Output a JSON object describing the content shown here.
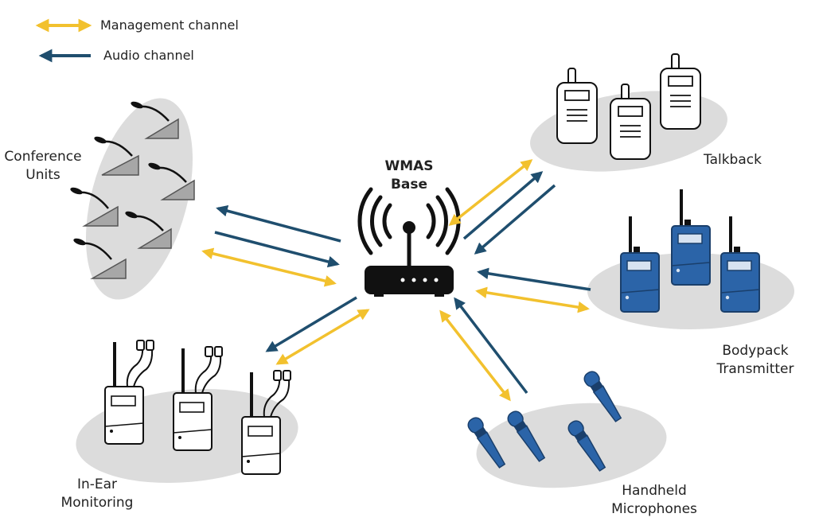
{
  "legend": {
    "management": "Management channel",
    "audio": "Audio channel"
  },
  "base": {
    "line1": "WMAS",
    "line2": "Base",
    "icon": "wifi-router-icon"
  },
  "groups": {
    "conference": {
      "line1": "Conference",
      "line2": "Units",
      "icon": "conference-microphone-icon"
    },
    "talkback": {
      "line1": "Talkback",
      "icon": "walkie-talkie-icon"
    },
    "bodypack": {
      "line1": "Bodypack",
      "line2": "Transmitter",
      "icon": "bodypack-transmitter-icon"
    },
    "in_ear": {
      "line1": "In-Ear",
      "line2": "Monitoring",
      "icon": "in-ear-receiver-icon"
    },
    "handheld": {
      "line1": "Handheld",
      "line2": "Microphones",
      "icon": "handheld-microphone-icon"
    }
  },
  "colors": {
    "management": "#f2c12e",
    "audio": "#1f4e6e",
    "device_blue": "#2b64a8",
    "device_dark": "#1a3f6b",
    "halo": "#dcdcdc",
    "conference_unit": "#a7a7a7"
  }
}
